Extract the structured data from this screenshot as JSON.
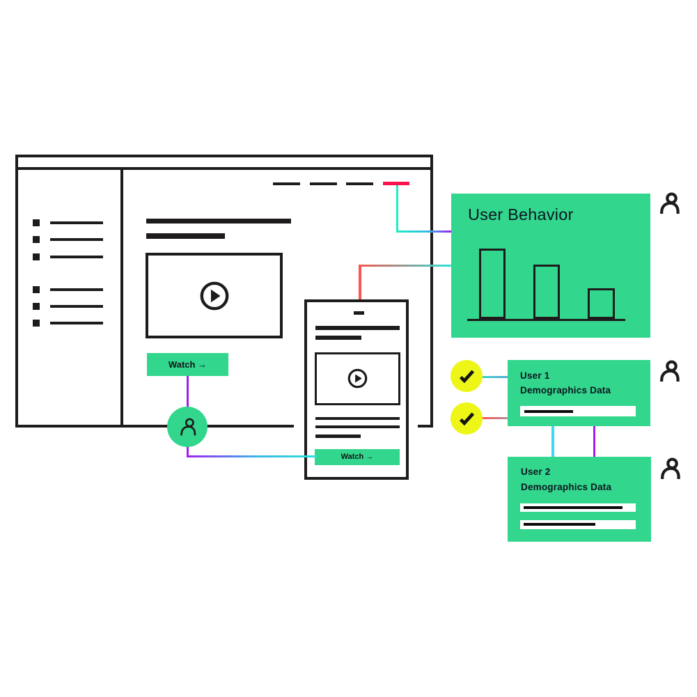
{
  "colors": {
    "ink": "#1e1b1c",
    "text": "#0e1418",
    "green": "#32d68c",
    "yellow": "#edf617",
    "red": "#f9114d",
    "salmon": "#f8564f",
    "mint": "#1fedc2",
    "cyan": "#2be3d7",
    "sky": "#41d8f2",
    "purple": "#a01ef2",
    "teal": "#3fd4c8",
    "steel": "#57a8d8",
    "mauve": "#b9909c"
  },
  "browser": {
    "nav": {
      "inactive_link_count": 3,
      "active_link_color": "#f9114d"
    },
    "sidebar": {
      "item_count": 6
    },
    "content": {
      "watch_button_label": "Watch →"
    }
  },
  "phone": {
    "watch_button_label": "Watch →"
  },
  "cards": {
    "user_behavior": {
      "title": "User Behavior",
      "chart": {
        "type": "bar",
        "values": [
          101,
          78,
          44
        ],
        "ylim": [
          0,
          101
        ],
        "bar_width": 38.5,
        "bar_spacing": 78.25,
        "grid": false,
        "legend": false
      }
    },
    "user1": {
      "title": "User 1",
      "subtitle": "Demographics Data",
      "field_count": 1
    },
    "user2": {
      "title": "User 2",
      "subtitle": "Demographics Data",
      "field_count": 2
    }
  }
}
